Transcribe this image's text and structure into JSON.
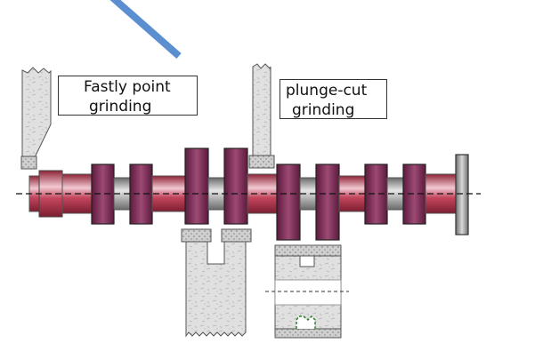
{
  "labels": {
    "fast_point": {
      "line1": "Fastly point",
      "line2": "grinding"
    },
    "plunge_cut": {
      "line1": "plunge-cut",
      "line2": "grinding"
    }
  },
  "colors": {
    "journal": "#c4475e",
    "journal_light": "#f2c9d1",
    "lobe": "#7a2550",
    "lobe_light": "#b2638e",
    "spacer": "#8f8f8f",
    "wheel": "#dcdcdc",
    "wheel_edge": "#555555",
    "pointer": "#5b8fd0",
    "centerline": "#111111"
  },
  "icons": {
    "pointer": "blue-diagonal-bar",
    "tool_texture": "stone-hatch"
  }
}
